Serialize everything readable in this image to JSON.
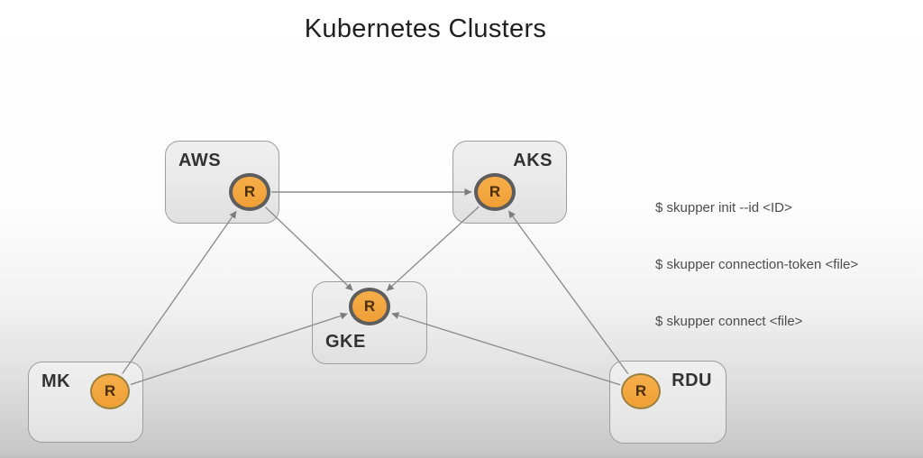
{
  "title": "Kubernetes Clusters",
  "clusters": {
    "aws": {
      "label": "AWS",
      "router": "R"
    },
    "aks": {
      "label": "AKS",
      "router": "R"
    },
    "gke": {
      "label": "GKE",
      "router": "R"
    },
    "mk": {
      "label": "MK",
      "router": "R"
    },
    "rdu": {
      "label": "RDU",
      "router": "R"
    }
  },
  "connections": [
    {
      "from": "aws",
      "to": "aks"
    },
    {
      "from": "aws",
      "to": "gke"
    },
    {
      "from": "aks",
      "to": "gke"
    },
    {
      "from": "mk",
      "to": "aws"
    },
    {
      "from": "mk",
      "to": "gke"
    },
    {
      "from": "rdu",
      "to": "gke"
    },
    {
      "from": "rdu",
      "to": "aks"
    }
  ],
  "commands": [
    "$ skupper init --id <ID>",
    "$ skupper connection-token <file>",
    "$ skupper connect <file>"
  ],
  "colors": {
    "router_fill": "#f2a640",
    "router_border": "#5d5d5d",
    "line": "#8f8f8f",
    "box_fill": "#ebebeb"
  }
}
